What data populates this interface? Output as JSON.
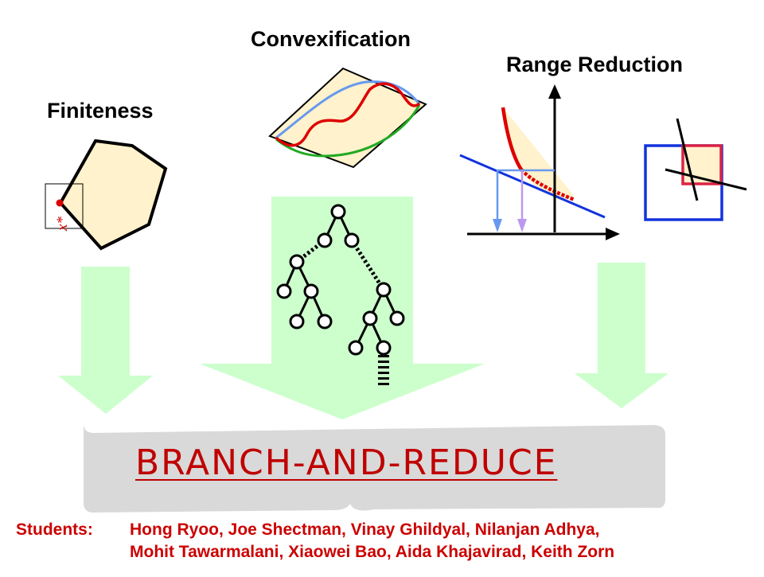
{
  "labels": {
    "finiteness": "Finiteness",
    "convexification": "Convexification",
    "range_reduction": "Range Reduction",
    "x_star": "x*"
  },
  "banner": {
    "text": "BRANCH-AND-REDUCE"
  },
  "credits": {
    "prefix": "Students:",
    "line1": "Hong Ryoo, Joe Shectman, Vinay Ghildyal, Nilanjan Adhya,",
    "line2": "Mohit Tawarmalani, Xiaowei Bao, Aida Khajavirad, Keith Zorn"
  },
  "colors": {
    "arrow_fill": "#ccffcc",
    "polygon_fill": "#fff2cc",
    "banner_fill": "#d9d9d9",
    "banner_text": "#c00000",
    "credits_text": "#cc0000",
    "curve_red": "#dd0000",
    "curve_blue": "#6699ee",
    "curve_green": "#22aa22",
    "line_blue": "#1133dd",
    "arrow_blue": "#6699ee",
    "arrow_violet": "#bb99ee",
    "box_blue": "#1133dd",
    "box_red": "#dd2244"
  }
}
